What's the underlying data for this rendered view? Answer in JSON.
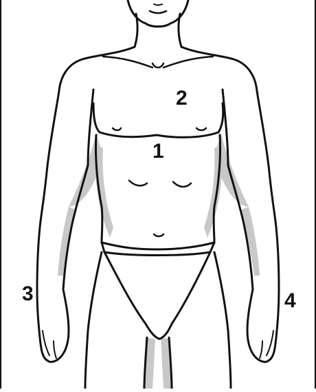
{
  "labels": {
    "one": "1",
    "two": "2",
    "three": "3",
    "four": "4"
  },
  "colors": {
    "outline": "#111111",
    "shadow": "#c8c8c8",
    "background": "#ffffff"
  }
}
